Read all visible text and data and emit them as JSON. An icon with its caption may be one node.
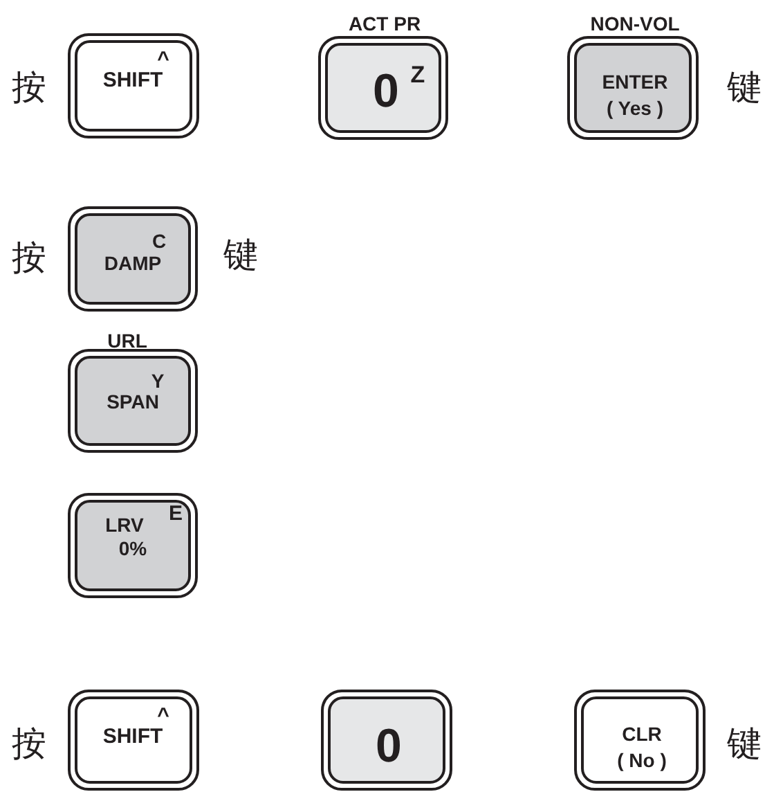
{
  "diagram": {
    "nodes": [
      {
        "text": [
          "^",
          "SHIFT"
        ]
      },
      {
        "text": [
          "ACT PR",
          "0",
          "Z"
        ]
      },
      {
        "text": [
          "NON-VOL",
          "ENTER",
          "( Yes )"
        ]
      },
      {
        "text": [
          "C",
          "DAMP"
        ]
      },
      {
        "text": [
          "URL",
          "Y",
          "SPAN"
        ]
      },
      {
        "text": [
          "LRV",
          "E",
          "0%"
        ]
      },
      {
        "text": [
          "^",
          "SHIFT"
        ]
      },
      {
        "text": [
          "0"
        ]
      },
      {
        "text": [
          "CLR",
          "( No )"
        ]
      }
    ],
    "labels": [
      "按",
      "键",
      "按",
      "键",
      "按",
      "键"
    ]
  }
}
